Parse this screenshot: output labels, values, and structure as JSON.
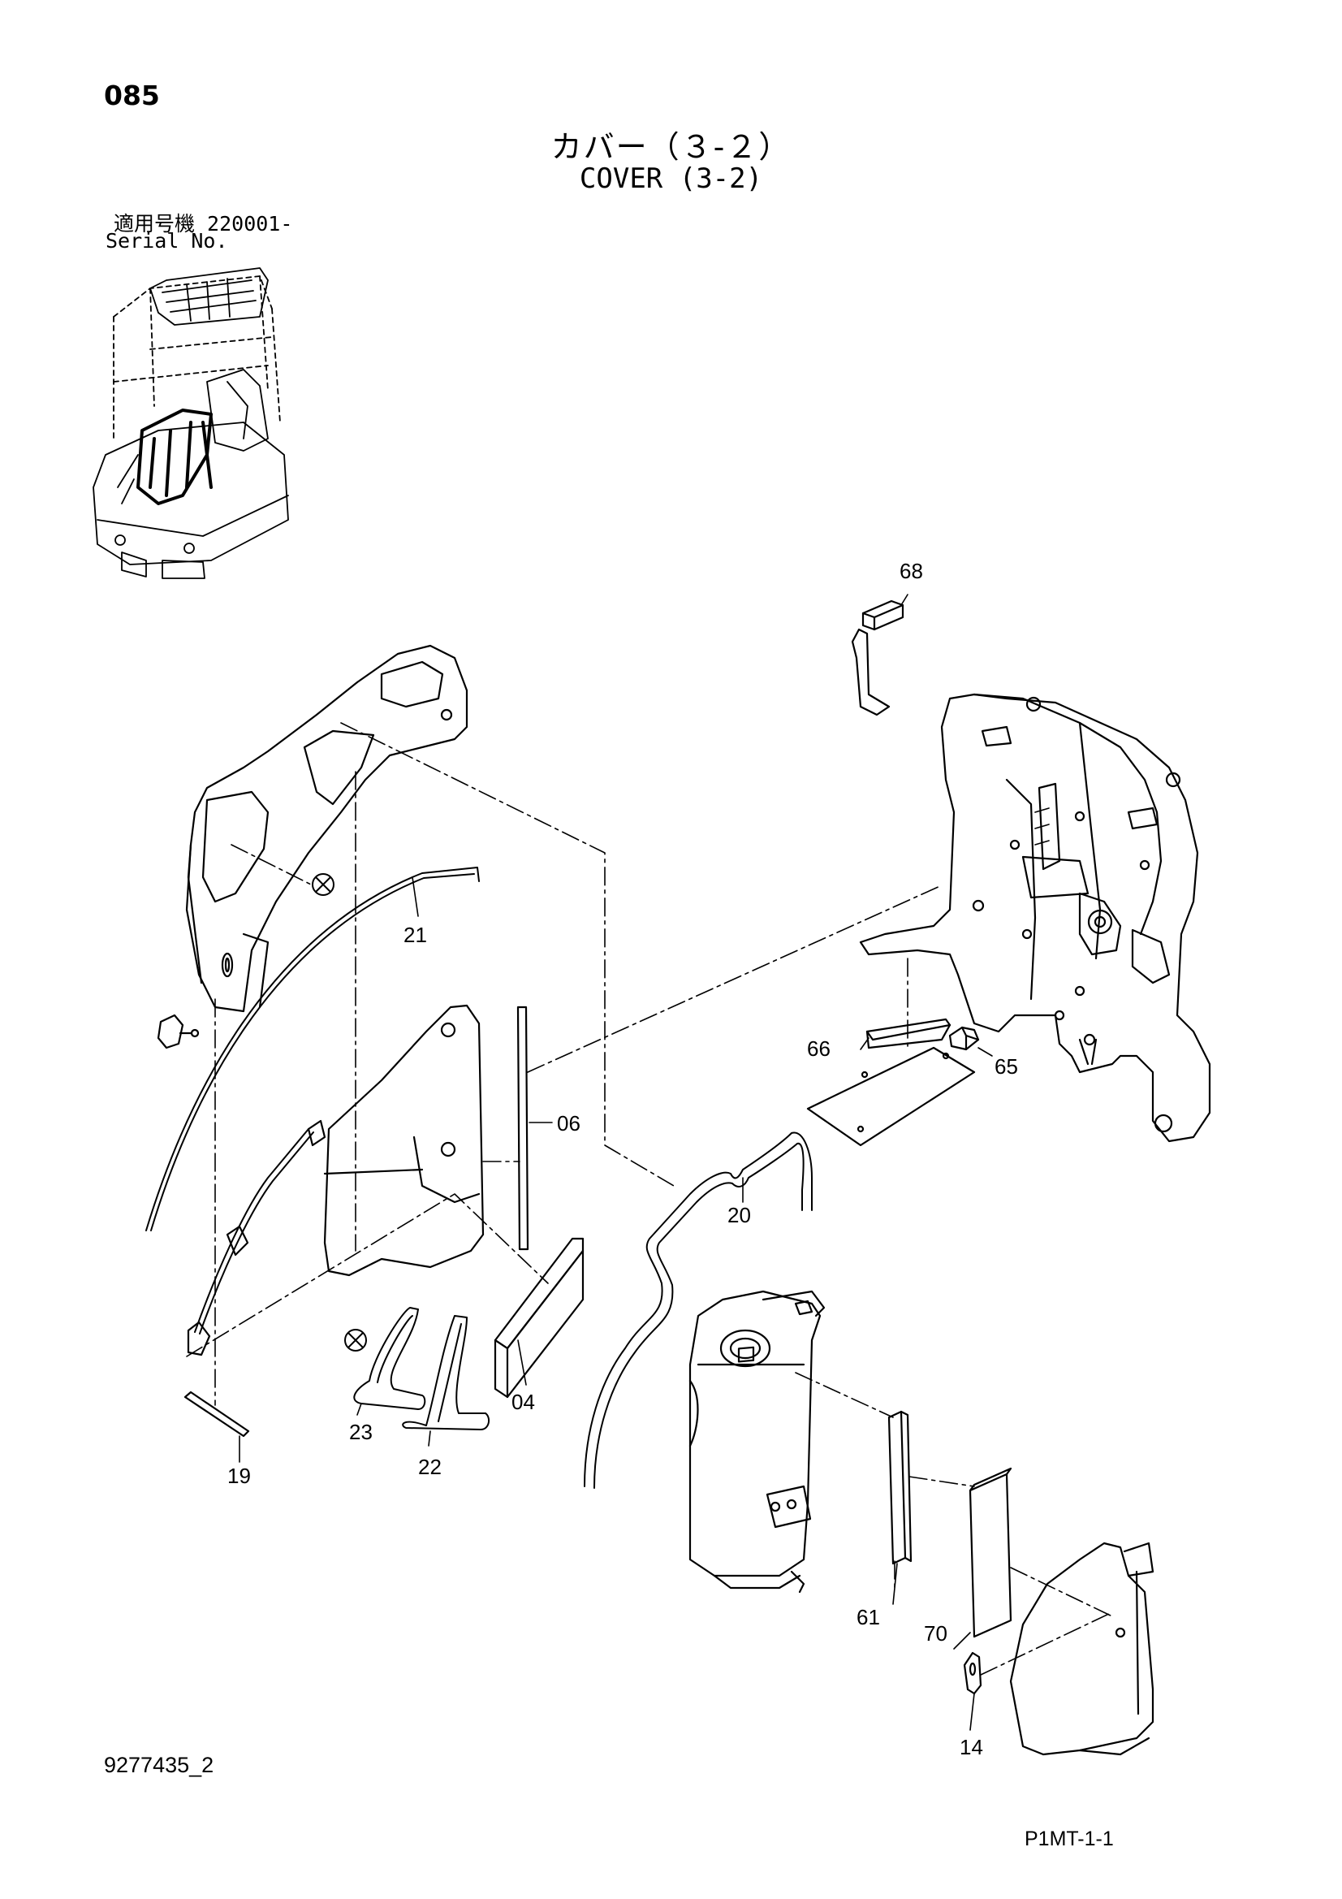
{
  "header": {
    "page_number": "085",
    "title_jp": "カバー（３-２）",
    "title_en": "COVER (3-2)",
    "serial_label_jp": "適用号機  220001-",
    "serial_label_en": "Serial No."
  },
  "footer": {
    "document_id": "9277435_2",
    "page_code": "P1MT-1-1"
  },
  "callouts": [
    {
      "id": "c68",
      "label": "68"
    },
    {
      "id": "c21",
      "label": "21"
    },
    {
      "id": "c06",
      "label": "06"
    },
    {
      "id": "c66",
      "label": "66"
    },
    {
      "id": "c65",
      "label": "65"
    },
    {
      "id": "c20",
      "label": "20"
    },
    {
      "id": "c04",
      "label": "04"
    },
    {
      "id": "c23",
      "label": "23"
    },
    {
      "id": "c22",
      "label": "22"
    },
    {
      "id": "c19",
      "label": "19"
    },
    {
      "id": "c61",
      "label": "61"
    },
    {
      "id": "c70",
      "label": "70"
    },
    {
      "id": "c14",
      "label": "14"
    }
  ],
  "symbols": {
    "non_serviceable_mark": "x-circle-icon"
  }
}
